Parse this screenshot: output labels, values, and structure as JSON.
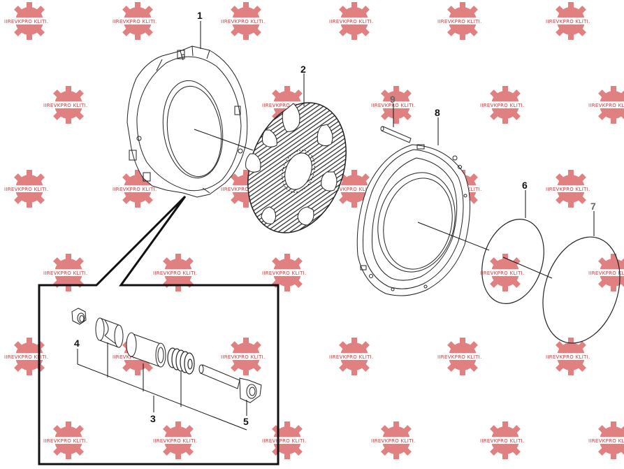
{
  "watermark": {
    "text": "IIREVKPRO KLITI.",
    "color": "#e07a7a"
  },
  "callouts": {
    "c1": "1",
    "c2": "2",
    "c3": "3",
    "c4": "4",
    "c5": "5",
    "c6": "6",
    "c7": "7",
    "c8": "8",
    "c9": "9"
  }
}
